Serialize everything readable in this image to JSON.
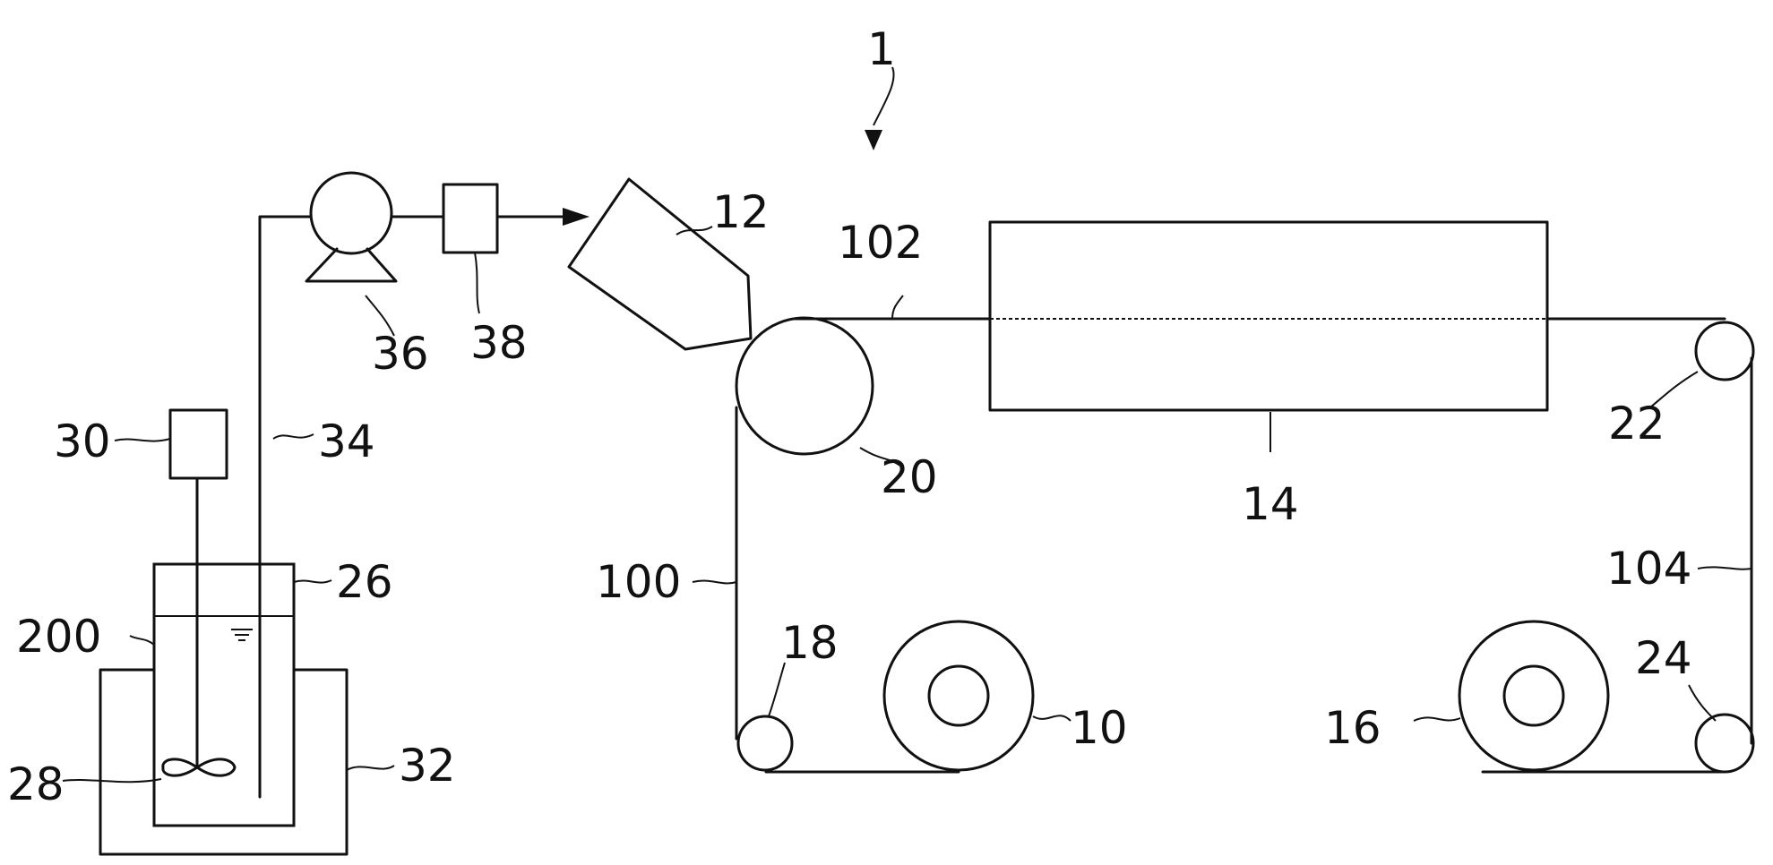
{
  "figure": {
    "labels": {
      "apparatus": "1",
      "film_roll_out": "10",
      "coating_head": "12",
      "dryer": "14",
      "film_roll_in": "16",
      "roller_18": "18",
      "roller_20": "20",
      "roller_22": "22",
      "roller_24": "24",
      "tank": "26",
      "stirrer_blade": "28",
      "motor": "30",
      "bath": "32",
      "pipe": "34",
      "pump": "36",
      "filter": "38",
      "film_100": "100",
      "film_102": "102",
      "film_104": "104",
      "liquid": "200"
    }
  }
}
